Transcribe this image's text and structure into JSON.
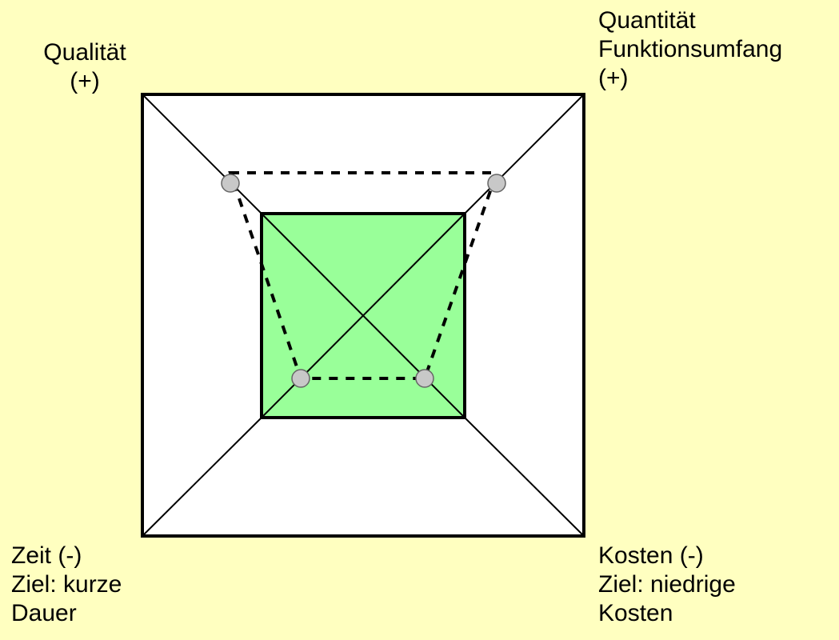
{
  "labels": {
    "top_left": {
      "line1": "Qualität",
      "line2": "(+)"
    },
    "top_right": {
      "line1": "Quantität",
      "line2": "Funktionsumfang",
      "line3": "(+)"
    },
    "bottom_left": {
      "line1": "Zeit (-)",
      "line2": "Ziel: kurze",
      "line3": "Dauer"
    },
    "bottom_right": {
      "line1": "Kosten (-)",
      "line2": "Ziel: niedrige",
      "line3": "Kosten"
    }
  },
  "colors": {
    "background": "#ffffc0",
    "outer_fill": "#ffffff",
    "inner_fill": "#99ff99",
    "point_fill": "#c8c8c8",
    "stroke": "#000000"
  }
}
